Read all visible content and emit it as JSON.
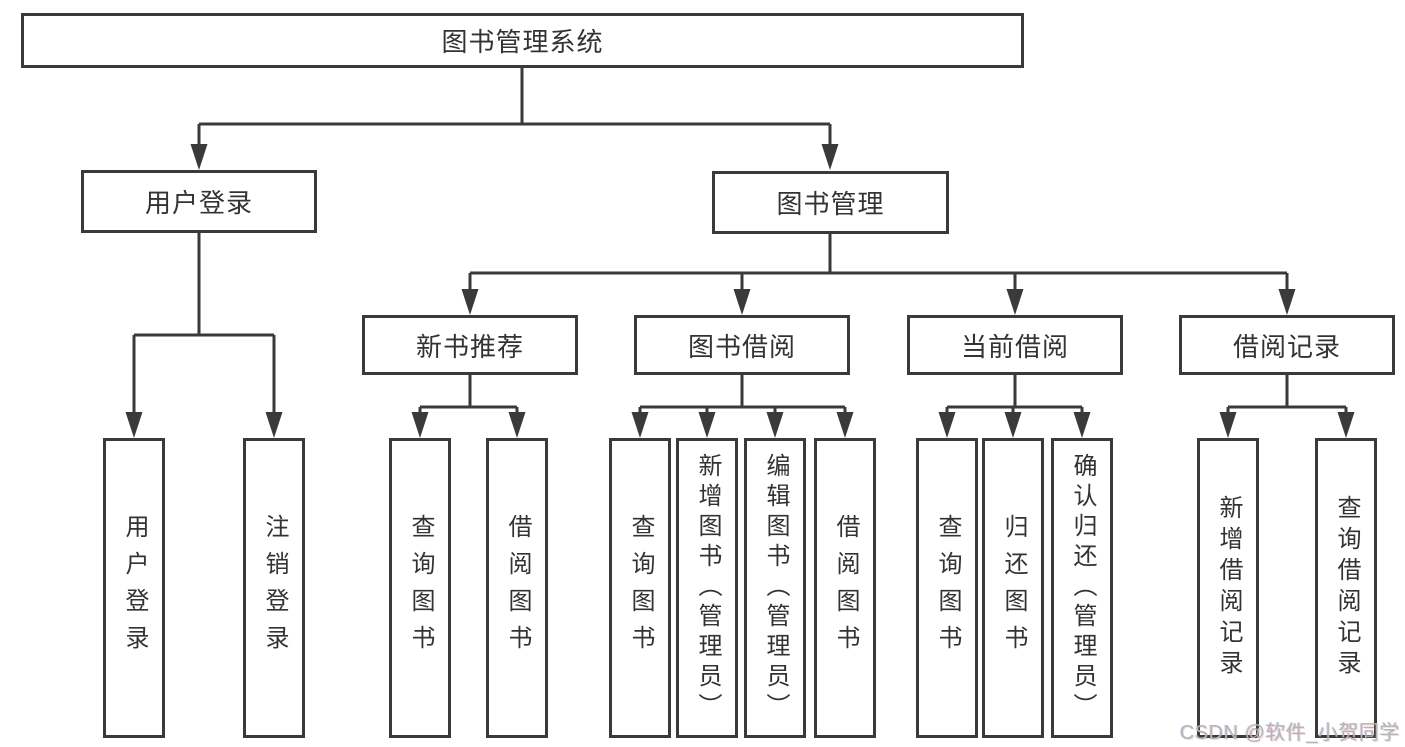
{
  "tree": {
    "label": "图书管理系统",
    "children": [
      {
        "label": "用户登录",
        "children": [
          {
            "label": "用户登录"
          },
          {
            "label": "注销登录"
          }
        ]
      },
      {
        "label": "图书管理",
        "children": [
          {
            "label": "新书推荐",
            "children": [
              {
                "label": "查询图书"
              },
              {
                "label": "借阅图书"
              }
            ]
          },
          {
            "label": "图书借阅",
            "children": [
              {
                "label": "查询图书"
              },
              {
                "label": "新增图书（管理员）"
              },
              {
                "label": "编辑图书（管理员）"
              },
              {
                "label": "借阅图书"
              }
            ]
          },
          {
            "label": "当前借阅",
            "children": [
              {
                "label": "查询图书"
              },
              {
                "label": "归还图书"
              },
              {
                "label": "确认归还（管理员）"
              }
            ]
          },
          {
            "label": "借阅记录",
            "children": [
              {
                "label": "新增借阅记录"
              },
              {
                "label": "查询借阅记录"
              }
            ]
          }
        ]
      }
    ]
  },
  "watermark": "CSDN @软件_小贺同学",
  "colors": {
    "line": "#3a3a3a",
    "box_bg": "#ffffff",
    "text": "#333333",
    "watermark": "#b5b5b5",
    "background": "#ffffff"
  }
}
